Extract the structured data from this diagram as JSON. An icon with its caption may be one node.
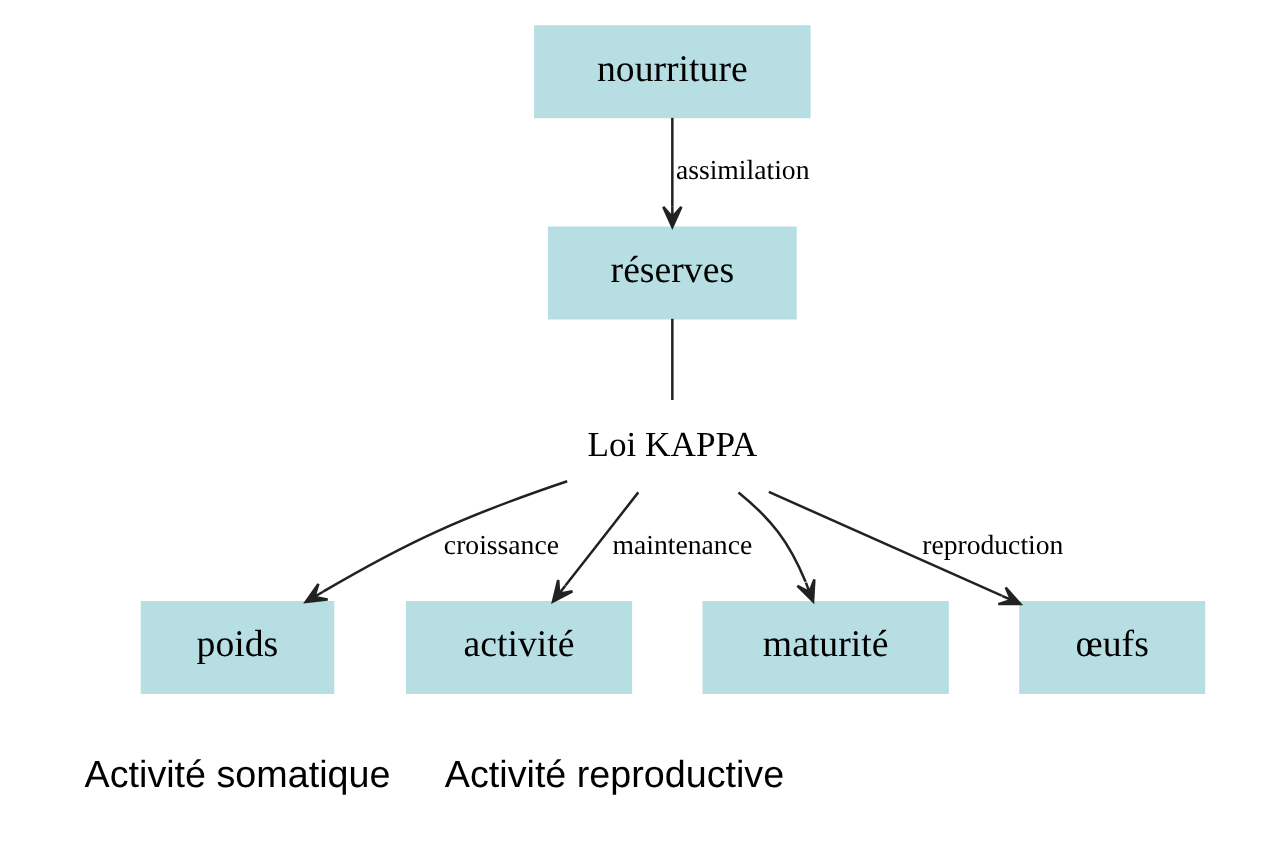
{
  "diagram": {
    "nodes": [
      {
        "text": [
          "nourriture"
        ]
      },
      {
        "text": [
          "réserves"
        ]
      },
      {
        "text": [
          "Loi KAPPA"
        ]
      },
      {
        "text": [
          "poids"
        ]
      },
      {
        "text": [
          "activité"
        ]
      },
      {
        "text": [
          "maturité"
        ]
      },
      {
        "text": [
          "œufs"
        ]
      }
    ],
    "edges": [
      {
        "from": 0,
        "to": 1,
        "arrow": "to",
        "label": "assimilation"
      },
      {
        "from": 1,
        "to": 2,
        "arrow": "none"
      },
      {
        "from": 2,
        "to": 3,
        "arrow": "to",
        "label": "croissance"
      },
      {
        "from": 2,
        "to": 4,
        "arrow": "to",
        "label": "maintenance"
      },
      {
        "from": 2,
        "to": 5,
        "arrow": "to"
      },
      {
        "from": 2,
        "to": 6,
        "arrow": "to",
        "label": "reproduction"
      }
    ],
    "labels": [
      "Activité somatique",
      "Activité reproductive"
    ]
  }
}
